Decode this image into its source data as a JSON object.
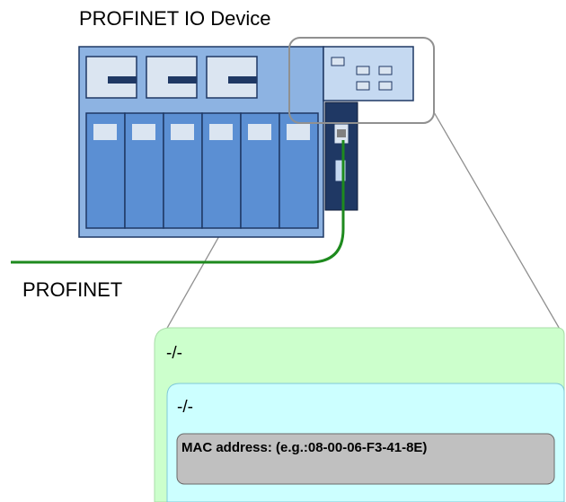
{
  "diagram": {
    "title": "PROFINET IO Device",
    "bus_label": "PROFINET",
    "outer_panel_text": "-/-",
    "inner_panel_text": "-/-",
    "mac_label": "MAC address: (e.g.:08-00-06-F3-41-8E)"
  },
  "colors": {
    "device_body": "#8db3e2",
    "module_fill": "#5b8fd3",
    "slot_fill": "#dbe5f1",
    "slot_dark": "#1f3864",
    "interface_module": "#1f3864",
    "cable": "#1e8a1e",
    "outer_panel": "#ccffcc",
    "inner_panel": "#ccffff",
    "mac_box": "#c0c0c0",
    "zoom_lines": "#909090"
  }
}
